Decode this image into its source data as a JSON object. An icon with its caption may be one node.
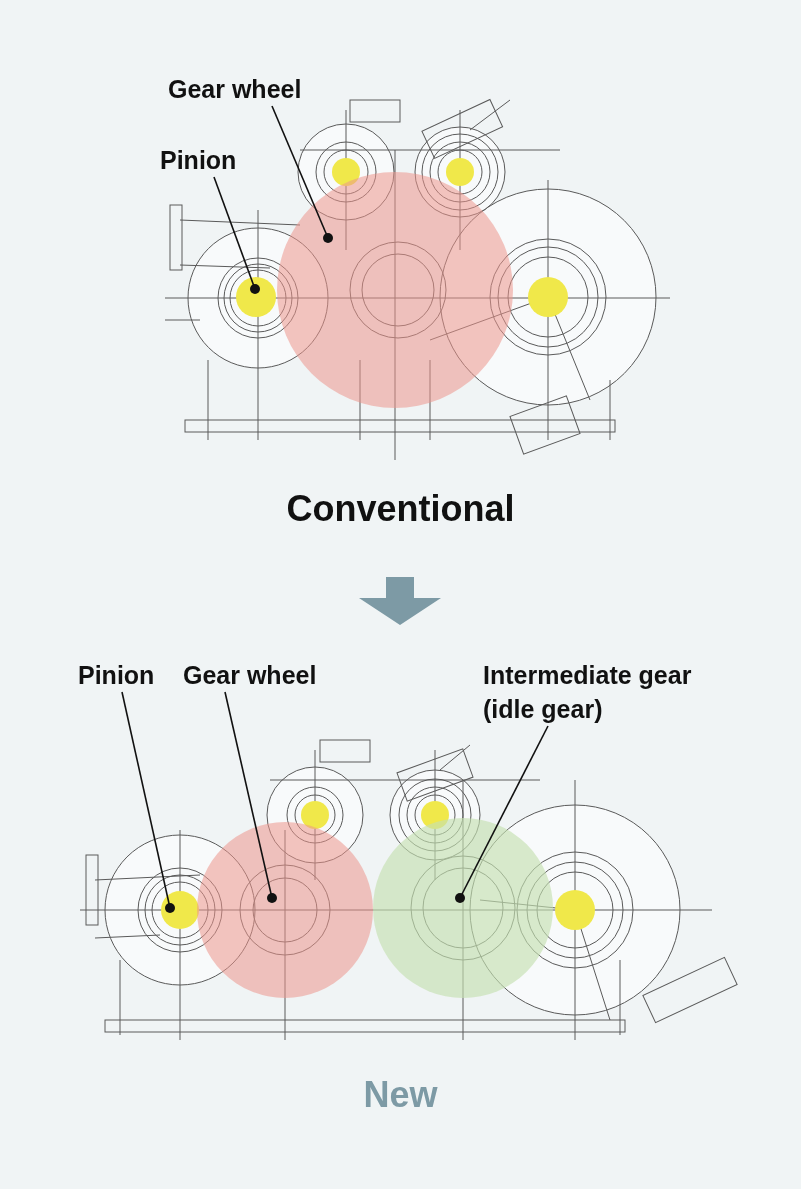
{
  "diagram": {
    "nodes": [
      {
        "text": [
          "Gear wheel"
        ]
      },
      {
        "text": [
          "Pinion"
        ]
      },
      {
        "text": [],
        "shape": "circle"
      },
      {
        "text": [],
        "shape": "circle"
      },
      {
        "text": [
          "Pinion"
        ]
      },
      {
        "text": [
          "Gear wheel"
        ]
      },
      {
        "text": [
          "Intermediate gear (idle gear)"
        ]
      },
      {
        "text": [],
        "shape": "circle"
      },
      {
        "text": [],
        "shape": "circle"
      },
      {
        "text": [],
        "shape": "circle"
      }
    ],
    "edges": [
      {
        "from": 0,
        "to": 2,
        "arrow": "other"
      },
      {
        "from": 1,
        "to": 3,
        "arrow": "other"
      },
      {
        "from": 4,
        "to": 7,
        "arrow": "other"
      },
      {
        "from": 5,
        "to": 8,
        "arrow": "other"
      },
      {
        "from": 6,
        "to": 9,
        "arrow": "other"
      }
    ],
    "labels": [
      "Conventional",
      "New"
    ]
  }
}
